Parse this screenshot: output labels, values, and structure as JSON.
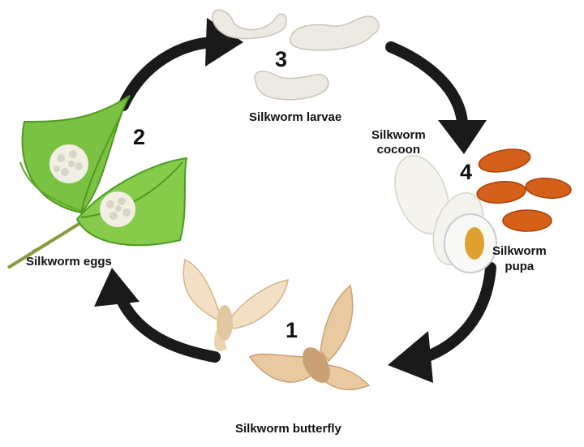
{
  "labels": {
    "butterfly": "Silkworm butterfly",
    "eggs": "Silkworm eggs",
    "larvae": "Silkworm larvae",
    "cocoon": "Silkworm\ncocoon",
    "pupa": "Silkworm\npupa"
  },
  "stage_numbers": {
    "butterfly": "1",
    "eggs": "2",
    "larvae": "3",
    "cocoon": "4"
  },
  "colors": {
    "arrow": "#1a1a1a",
    "leaf": "#7cc242",
    "leaf_dark": "#4e9a22",
    "larva": "#eceae2",
    "cocoon": "#f4f3ee",
    "pupa": "#d4601a",
    "moth": "#e9c9a0",
    "moth_dark": "#caa074"
  }
}
